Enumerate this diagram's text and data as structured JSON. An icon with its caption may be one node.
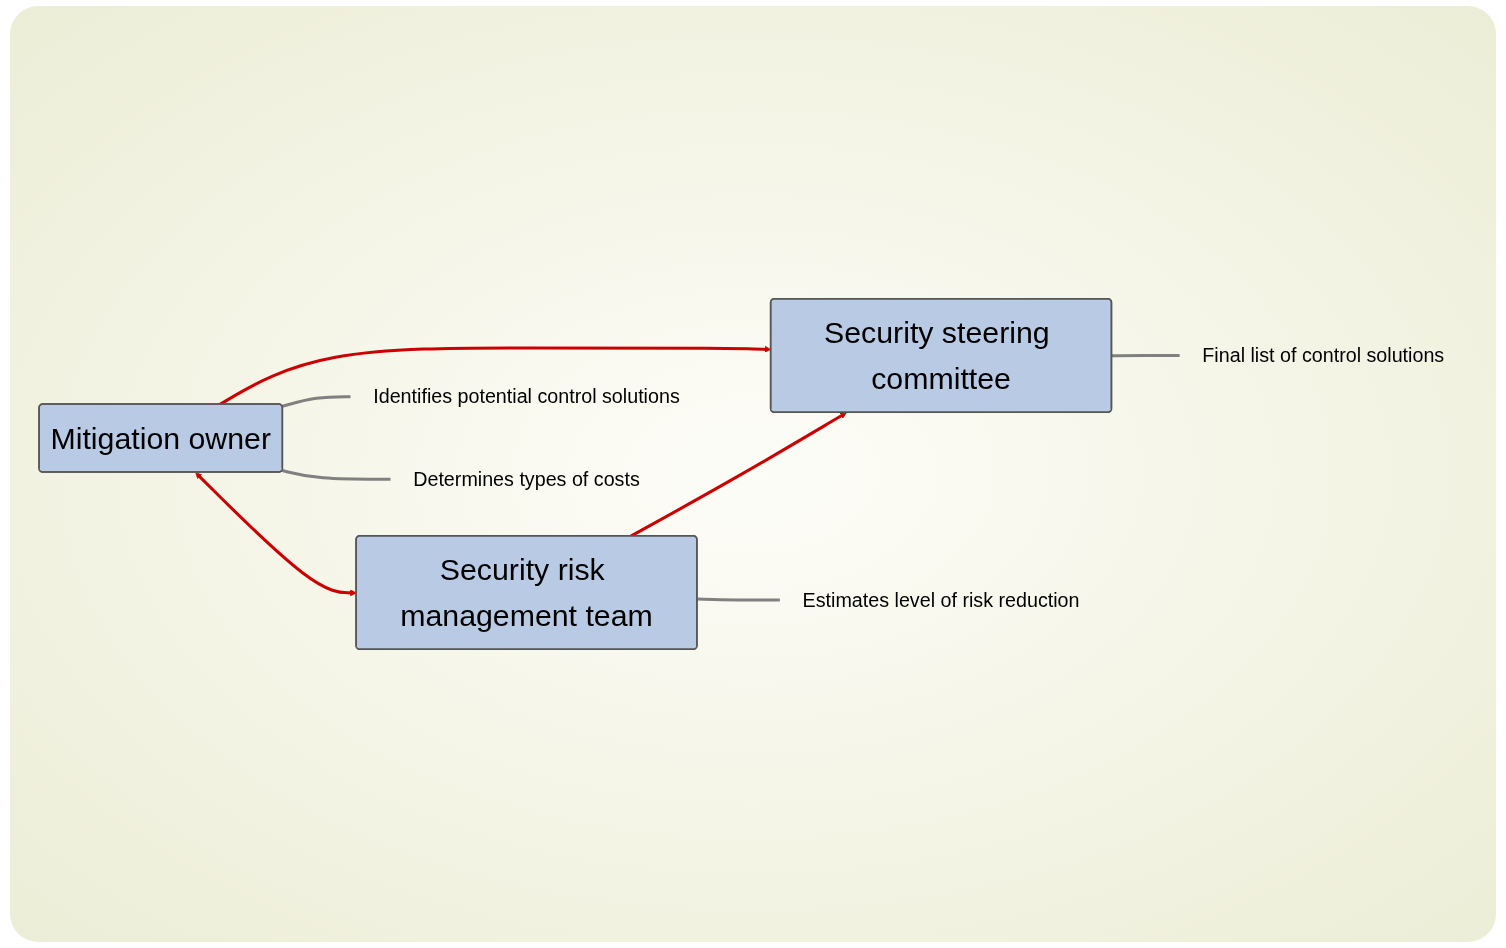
{
  "diagram": {
    "nodes": [
      {
        "text": [
          "Mitigation owner"
        ]
      },
      {
        "text": [
          "Security risk management team"
        ]
      },
      {
        "text": [
          "Security steering committee"
        ]
      },
      {
        "text": [
          "Identifies potential control solutions"
        ]
      },
      {
        "text": [
          "Determines types of costs"
        ]
      },
      {
        "text": [
          "Estimates level of risk reduction"
        ]
      },
      {
        "text": [
          "Final list of control solutions"
        ]
      }
    ],
    "edges": [
      {
        "from": 0,
        "to": 1,
        "arrow": "both",
        "color": "#cc0000"
      },
      {
        "from": 0,
        "to": 2,
        "arrow": "to",
        "color": "#cc0000"
      },
      {
        "from": 1,
        "to": 2,
        "arrow": "to",
        "color": "#cc0000"
      },
      {
        "from": 0,
        "to": 3,
        "arrow": "none"
      },
      {
        "from": 0,
        "to": 4,
        "arrow": "none"
      },
      {
        "from": 1,
        "to": 5,
        "arrow": "none"
      },
      {
        "from": 2,
        "to": 6,
        "arrow": "none"
      }
    ]
  }
}
